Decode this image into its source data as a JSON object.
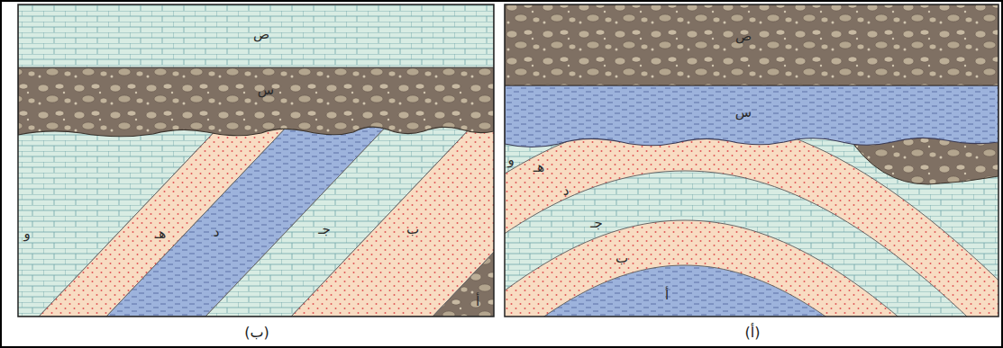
{
  "diagram": {
    "labels": [
      "ص",
      "س",
      "و",
      "هـ",
      "د",
      "جـ",
      "ب",
      "أ",
      "(أ)",
      "ص",
      "س",
      "و",
      "هـ",
      "د",
      "جـ",
      "ب",
      "أ",
      "(ب)"
    ]
  }
}
